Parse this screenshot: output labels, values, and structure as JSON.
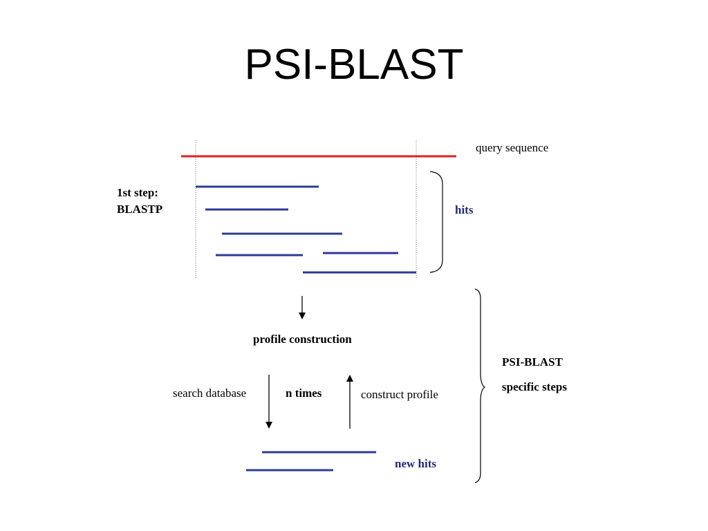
{
  "slide": {
    "title": "PSI-BLAST"
  },
  "labels": {
    "query_sequence": "query sequence",
    "first_step_line1": "1st step:",
    "first_step_line2": "BLASTP",
    "hits": "hits",
    "profile_construction": "profile construction",
    "search_database": "search database",
    "n_times": "n times",
    "construct_profile": "construct profile",
    "psi_blast_steps_line1": "PSI-BLAST",
    "psi_blast_steps_line2": "specific steps",
    "new_hits": "new hits"
  },
  "colors": {
    "query_line": "#e02020",
    "hit_line": "#2e3a94",
    "label_blue": "#1f2a7a",
    "text": "#000000"
  }
}
